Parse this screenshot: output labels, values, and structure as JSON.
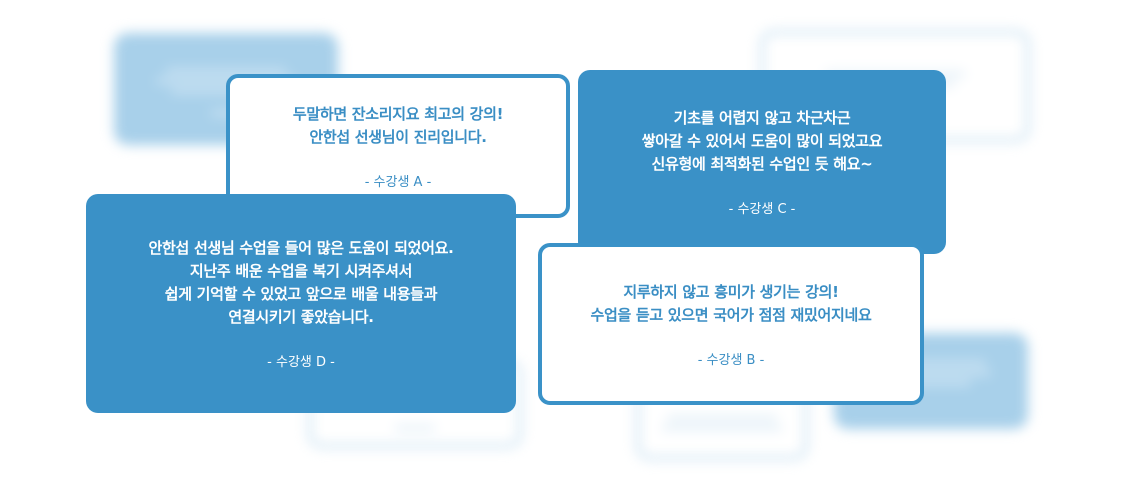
{
  "testimonials": [
    {
      "lines": [
        "두말하면 잔소리지요 최고의 강의!",
        "안한섭 선생님이 진리입니다."
      ],
      "author": "- 수강생 A -"
    },
    {
      "lines": [
        "기초를 어렵지 않고 차근차근",
        "쌓아갈 수 있어서 도움이 많이 되었고요",
        "신유형에 최적화된 수업인 듯 해요~"
      ],
      "author": "- 수강생 C -"
    },
    {
      "lines": [
        "안한섭 선생님 수업을 들어 많은 도움이 되었어요.",
        "지난주 배운 수업을 복기 시켜주셔서",
        "쉽게 기억할 수 있었고 앞으로 배울 내용들과",
        "연결시키기 좋았습니다."
      ],
      "author": "- 수강생 D -"
    },
    {
      "lines": [
        "지루하지 않고 흥미가 생기는 강의!",
        "수업을 듣고 있으면 국어가 점점 재밌어지네요"
      ],
      "author": "- 수강생 B -"
    }
  ],
  "colors": {
    "accent": "#3a91c7",
    "ghost_blue": "#a8d0ea"
  }
}
